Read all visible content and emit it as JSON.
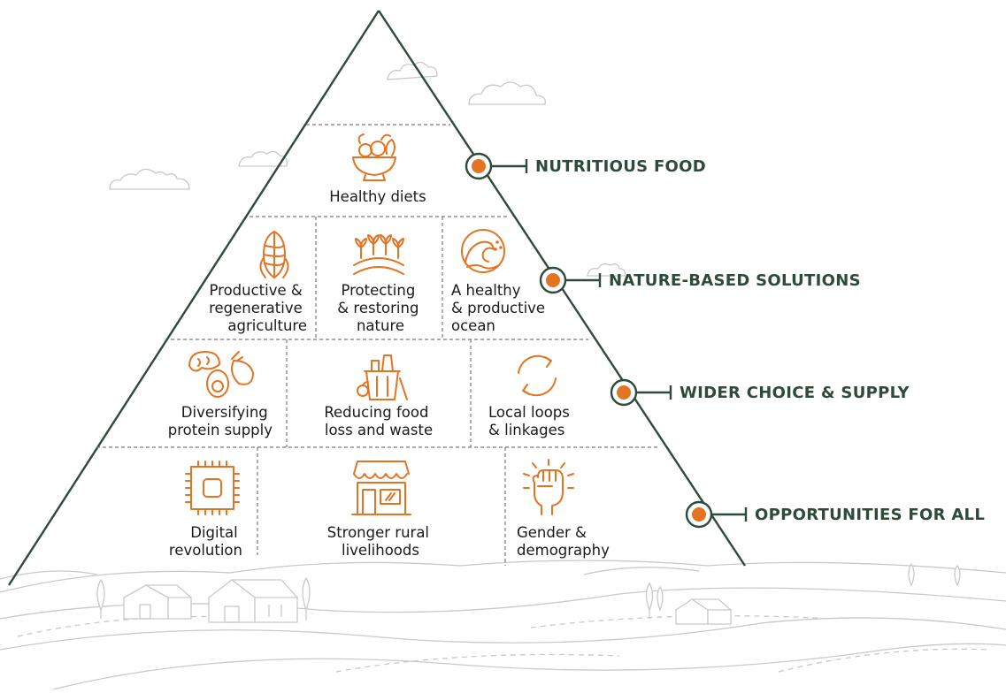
{
  "cells": {
    "healthy_diets": [
      "Healthy diets"
    ],
    "productive_agriculture": [
      "Productive &",
      "regenerative",
      "agriculture"
    ],
    "protecting_nature": [
      "Protecting",
      "& restoring",
      "nature"
    ],
    "healthy_ocean": [
      "A healthy",
      "& productive",
      "ocean"
    ],
    "diversifying_protein": [
      "Diversifying",
      "protein supply"
    ],
    "reducing_food_loss": [
      "Reducing food",
      "loss and waste"
    ],
    "local_loops": [
      "Local loops",
      "& linkages"
    ],
    "digital_revolution": [
      "Digital",
      "revolution"
    ],
    "stronger_rural": [
      "Stronger rural",
      "livelihoods"
    ],
    "gender_demography": [
      "Gender &",
      "demography"
    ]
  },
  "tiers": {
    "nutritious_food": "NUTRITIOUS FOOD",
    "nature_based": "NATURE-BASED SOLUTIONS",
    "wider_choice": "WIDER CHOICE & SUPPLY",
    "opportunities": "OPPORTUNITIES FOR ALL"
  },
  "icons": {
    "healthy_diets": "fruit-bowl-icon",
    "productive_agriculture": "corn-icon",
    "protecting_nature": "seedling-field-icon",
    "healthy_ocean": "wave-icon",
    "diversifying_protein": "shrimp-egg-drumstick-icon",
    "reducing_food_loss": "food-waste-bin-icon",
    "local_loops": "circular-arrows-icon",
    "digital_revolution": "chip-icon",
    "stronger_rural": "shop-icon",
    "gender_demography": "raised-fist-icon"
  },
  "colors": {
    "accent": "#e27423",
    "outline": "#2e4a3a",
    "text": "#1a1a1a",
    "sketch": "#c9c9c9"
  }
}
